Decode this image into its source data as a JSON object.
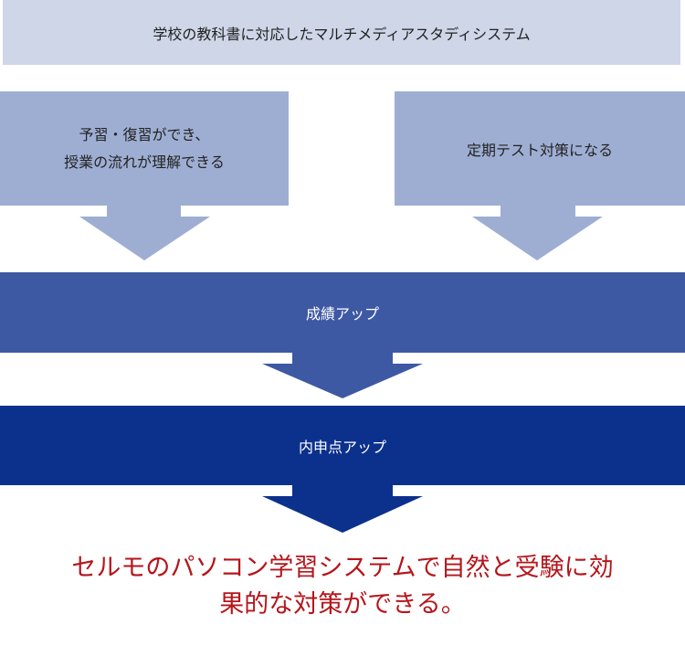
{
  "colors": {
    "top": "#cfd6e8",
    "middle": "#9eaed3",
    "band1": "#3e59a4",
    "band2": "#0c318c",
    "conclusion": "#b5151b"
  },
  "top_box": {
    "text": "学校の教科書に対応したマルチメディアスタディシステム"
  },
  "left_box": {
    "line1": "予習・復習ができ、",
    "line2": "授業の流れが理解できる"
  },
  "right_box": {
    "text": "定期テスト対策になる"
  },
  "band1": {
    "text": "成績アップ"
  },
  "band2": {
    "text": "内申点アップ"
  },
  "conclusion": {
    "line1": "セルモのパソコン学習システムで自然と受験に効",
    "line2": "果的な対策ができる。"
  }
}
